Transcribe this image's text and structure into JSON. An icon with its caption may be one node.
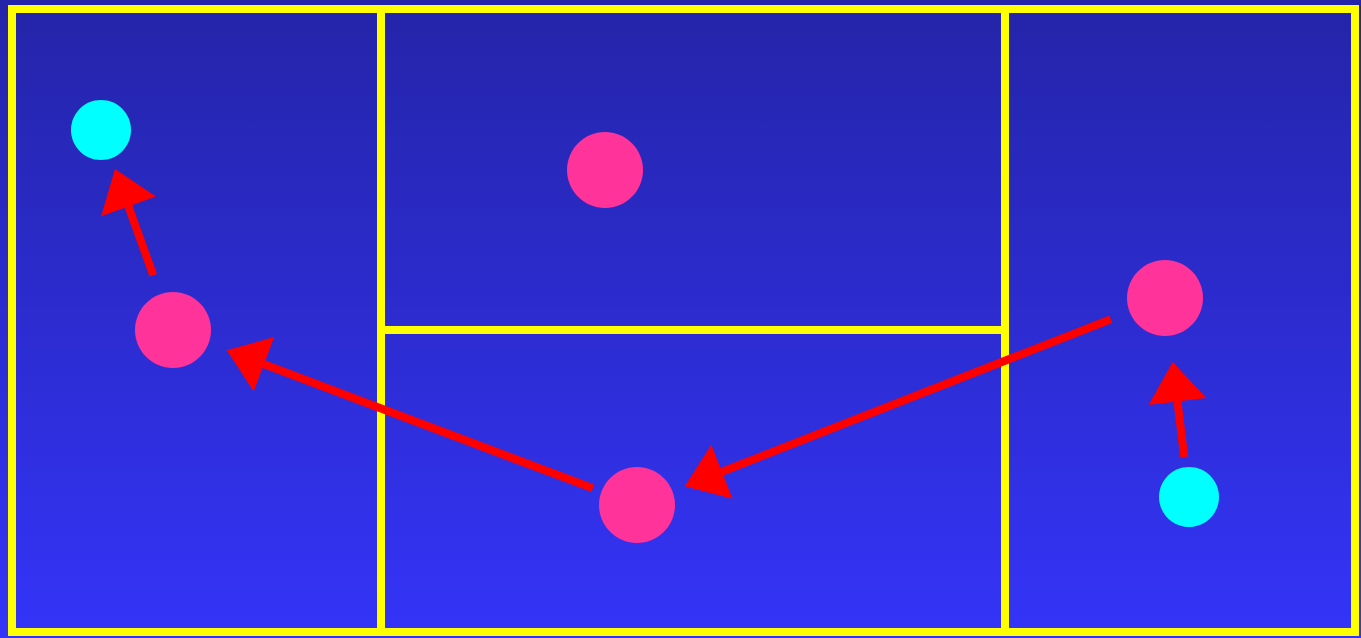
{
  "diagram": {
    "nodes": [
      {
        "text": [],
        "shape": "circle"
      },
      {
        "text": [],
        "shape": "circle"
      },
      {
        "text": [],
        "shape": "circle"
      },
      {
        "text": [],
        "shape": "circle"
      },
      {
        "text": [],
        "shape": "circle"
      },
      {
        "text": [],
        "shape": "circle"
      }
    ],
    "edges": [
      {
        "from": 5,
        "to": 4,
        "arrow": "to"
      },
      {
        "from": 4,
        "to": 3,
        "arrow": "to"
      },
      {
        "from": 3,
        "to": 1,
        "arrow": "to"
      },
      {
        "from": 1,
        "to": 0,
        "arrow": "to"
      }
    ]
  }
}
